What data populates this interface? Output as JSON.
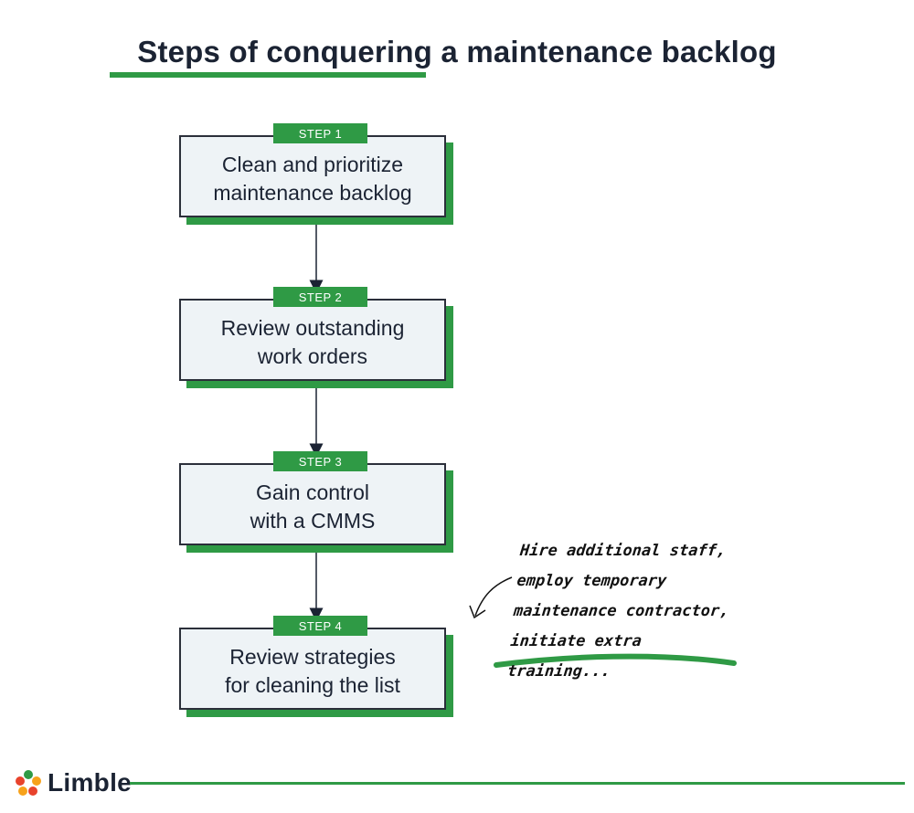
{
  "title": "Steps of conquering a maintenance backlog",
  "steps": [
    {
      "badge": "STEP 1",
      "text": "Clean and prioritize\nmaintenance backlog"
    },
    {
      "badge": "STEP 2",
      "text": "Review outstanding\nwork orders"
    },
    {
      "badge": "STEP 3",
      "text": "Gain control\nwith a CMMS"
    },
    {
      "badge": "STEP 4",
      "text": "Review strategies\nfor cleaning the list"
    }
  ],
  "note": "Hire additional staff,\nemploy temporary\nmaintenance contractor,\ninitiate extra training...",
  "brand": {
    "name": "Limble",
    "accent": "#2f9a45",
    "ink": "#1b2333",
    "box_fill": "#eef3f6"
  }
}
